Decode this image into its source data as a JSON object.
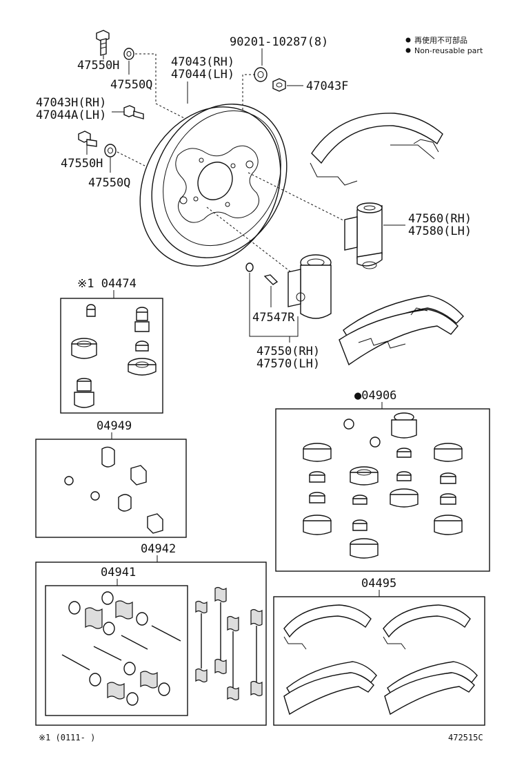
{
  "legend": {
    "mark": "●",
    "jp": "再使用不可部品",
    "en": "Non-reusable part"
  },
  "labels": {
    "p47550H_a": "47550H",
    "p47550Q_a": "47550Q",
    "p90201": "90201-10287(8)",
    "p47043_rh": "47043(RH)",
    "p47044_lh": "47044(LH)",
    "p47043F": "47043F",
    "p47043H_rh": "47043H(RH)",
    "p47044A_lh": "47044A(LH)",
    "p47550H_b": "47550H",
    "p47550Q_b": "47550Q",
    "p47560_rh": "47560(RH)",
    "p47580_lh": "47580(LH)",
    "p47547R": "47547R",
    "p47550_rh": "47550(RH)",
    "p47570_lh": "47570(LH)",
    "p04474": "※1 04474",
    "p04949": "04949",
    "p04906": "●04906",
    "p04942": "04942",
    "p04941": "04941",
    "p04495": "04495"
  },
  "footer": {
    "note": "※1 (0111-    )",
    "code": "472515C"
  }
}
